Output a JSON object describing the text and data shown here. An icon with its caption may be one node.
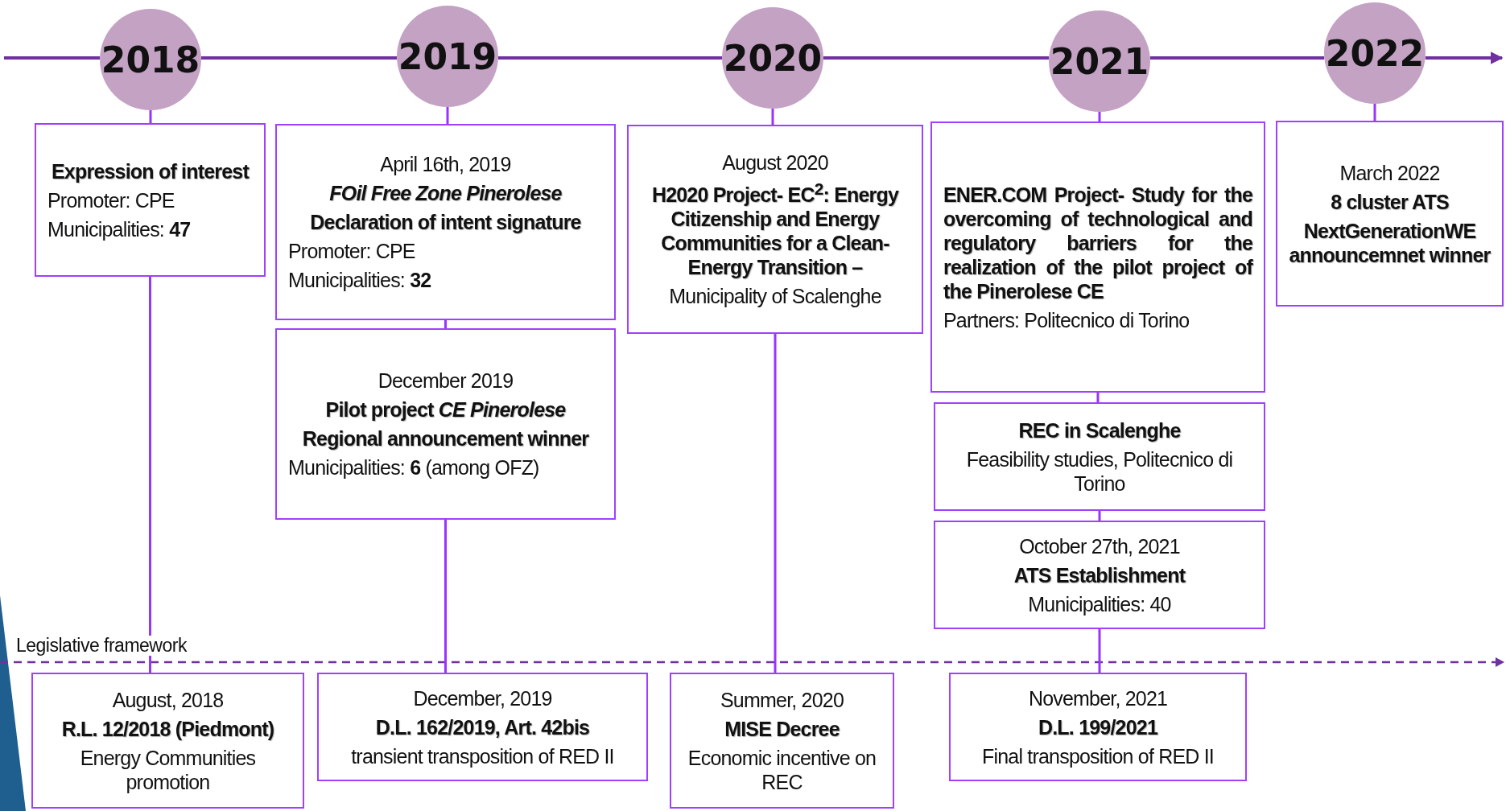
{
  "diagram": {
    "nodes": [
      {
        "text": [
          "2018"
        ]
      },
      {
        "text": [
          "2019"
        ]
      },
      {
        "text": [
          "2020"
        ]
      },
      {
        "text": [
          "2021"
        ]
      },
      {
        "text": [
          "2022"
        ]
      },
      {
        "text": [
          "Expression of interest",
          "Promoter: CPE",
          "Municipalities: **47**"
        ]
      },
      {
        "text": [
          "April 16th, 2019",
          "FOil Free Zone Pinerolese",
          "Declaration of intent signature",
          "Promoter: CPE",
          "Municipalities: **32**"
        ]
      },
      {
        "text": [
          "December 2019",
          "Pilot project *CE Pinerolese*",
          "Regional announcement winner",
          "Municipalities: **6** (among OFZ)"
        ]
      },
      {
        "text": [
          "August 2020",
          "H2020 Project- EC$^{2}$: Energy Citizenship and Energy Communities for a Clean-Energy Transition –",
          "Municipality of Scalenghe"
        ]
      },
      {
        "text": [
          "ENER.COM Project- Study for the overcoming of technological and regulatory barriers for the realization of the pilot project of the Pinerolese CE",
          "Partners: Politecnico di Torino"
        ]
      },
      {
        "text": [
          "REC in Scalenghe",
          "Feasibility studies, Politecnico di Torino"
        ]
      },
      {
        "text": [
          "October 27th, 2021",
          "ATS Establishment",
          "Municipalities: 40"
        ]
      },
      {
        "text": [
          "March 2022",
          "8 cluster ATS",
          "NextGenerationWE announcemnet winner"
        ]
      },
      {
        "text": [
          "August, 2018",
          "R.L. 12/2018 (Piedmont)",
          "Energy Communities promotion"
        ]
      },
      {
        "text": [
          "December, 2019",
          "D.L. 162/2019, Art. 42bis",
          "transient transposition of RED II"
        ]
      },
      {
        "text": [
          "Summer, 2020",
          "MISE Decree",
          "Economic incentive on REC"
        ]
      },
      {
        "text": [
          "November, 2021",
          "D.L. 199/2021",
          "Final transposition of RED II"
        ]
      }
    ],
    "edges": [
      {
        "from": null,
        "to": 0,
        "arrow": "none",
        "color": "#7030a0"
      },
      {
        "from": 0,
        "to": 1,
        "arrow": "none",
        "color": "#7030a0"
      },
      {
        "from": 1,
        "to": 2,
        "arrow": "none",
        "color": "#7030a0"
      },
      {
        "from": 2,
        "to": 3,
        "arrow": "none",
        "color": "#7030a0"
      },
      {
        "from": 3,
        "to": 4,
        "arrow": "none",
        "color": "#7030a0"
      },
      {
        "from": 4,
        "to": null,
        "arrow": "to",
        "color": "#7030a0"
      },
      {
        "from": 0,
        "to": 5,
        "arrow": "none"
      },
      {
        "from": 1,
        "to": 6,
        "arrow": "none"
      },
      {
        "from": 6,
        "to": 7,
        "arrow": "none"
      },
      {
        "from": 2,
        "to": 8,
        "arrow": "none"
      },
      {
        "from": 3,
        "to": 9,
        "arrow": "none"
      },
      {
        "from": 9,
        "to": 10,
        "arrow": "none"
      },
      {
        "from": 10,
        "to": 11,
        "arrow": "none"
      },
      {
        "from": 4,
        "to": 12,
        "arrow": "none"
      },
      {
        "from": 5,
        "to": 13,
        "arrow": "none"
      },
      {
        "from": 7,
        "to": 14,
        "arrow": "none"
      },
      {
        "from": 8,
        "to": 15,
        "arrow": "none"
      },
      {
        "from": 11,
        "to": 16,
        "arrow": "none"
      }
    ],
    "labels": [
      "Legislative framework"
    ]
  }
}
